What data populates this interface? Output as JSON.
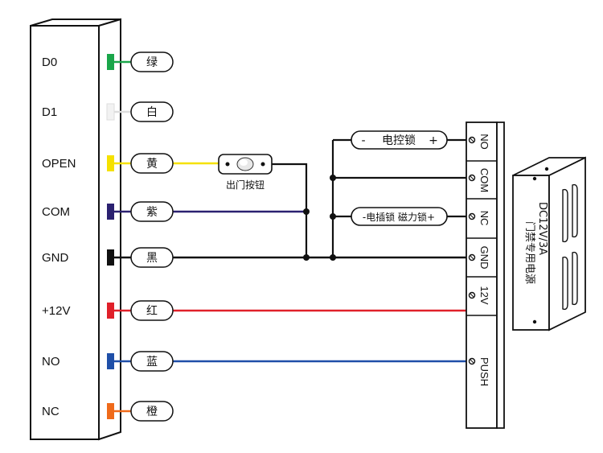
{
  "controller": {
    "terminals": [
      {
        "label": "D0",
        "wire": "绿",
        "color": "#1aa64a"
      },
      {
        "label": "D1",
        "wire": "白",
        "color": "#f2f2f2"
      },
      {
        "label": "OPEN",
        "wire": "黄",
        "color": "#f5e100"
      },
      {
        "label": "COM",
        "wire": "紫",
        "color": "#2b2170"
      },
      {
        "label": "GND",
        "wire": "黑",
        "color": "#111111"
      },
      {
        "label": "+12V",
        "wire": "红",
        "color": "#e0202a"
      },
      {
        "label": "NO",
        "wire": "蓝",
        "color": "#1f4fa8"
      },
      {
        "label": "NC",
        "wire": "橙",
        "color": "#ef6a1a"
      }
    ]
  },
  "exit_button": {
    "label": "出门按钮"
  },
  "lock_a": {
    "minus": "-",
    "name": "电控锁",
    "plus": "+"
  },
  "lock_b": {
    "text": "-电插锁 磁力锁+"
  },
  "relay_block": {
    "terminals": [
      "NO",
      "COM",
      "NC",
      "GND",
      "12V",
      "PUSH"
    ]
  },
  "power_supply": {
    "spec": "DC12V/3A",
    "name": "门禁专用电源"
  }
}
